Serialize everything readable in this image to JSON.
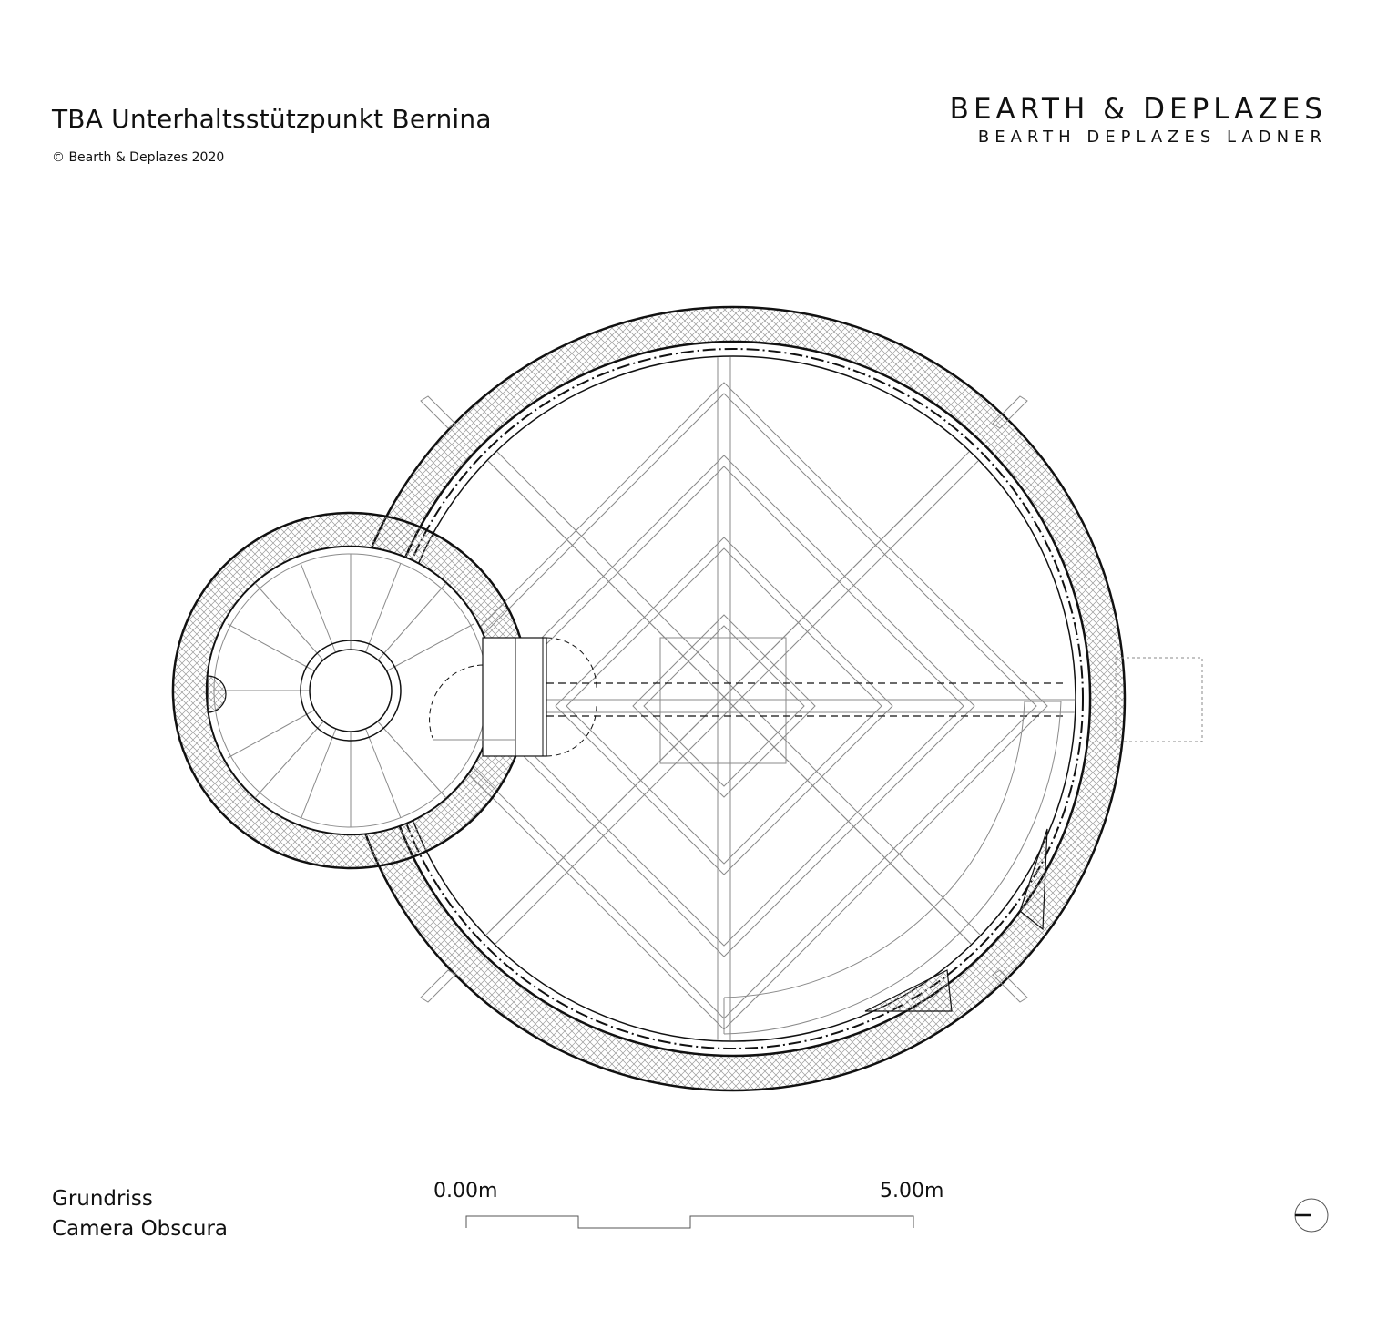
{
  "header": {
    "title": "TBA Unterhaltsstützpunkt Bernina",
    "copyright": "© Bearth & Deplazes 2020"
  },
  "brand": {
    "name": "BEARTH & DEPLAZES",
    "subtitle": "BEARTH DEPLAZES LADNER"
  },
  "caption": {
    "line1": "Grundriss",
    "line2": "Camera Obscura"
  },
  "scale_bar": {
    "start_label": "0.00m",
    "end_label": "5.00m"
  },
  "icons": {
    "north": "north-arrow-icon",
    "stair": "spiral-stair-icon"
  },
  "colors": {
    "line": "#111111",
    "thin_line": "#8a8a8a",
    "background": "#ffffff"
  }
}
